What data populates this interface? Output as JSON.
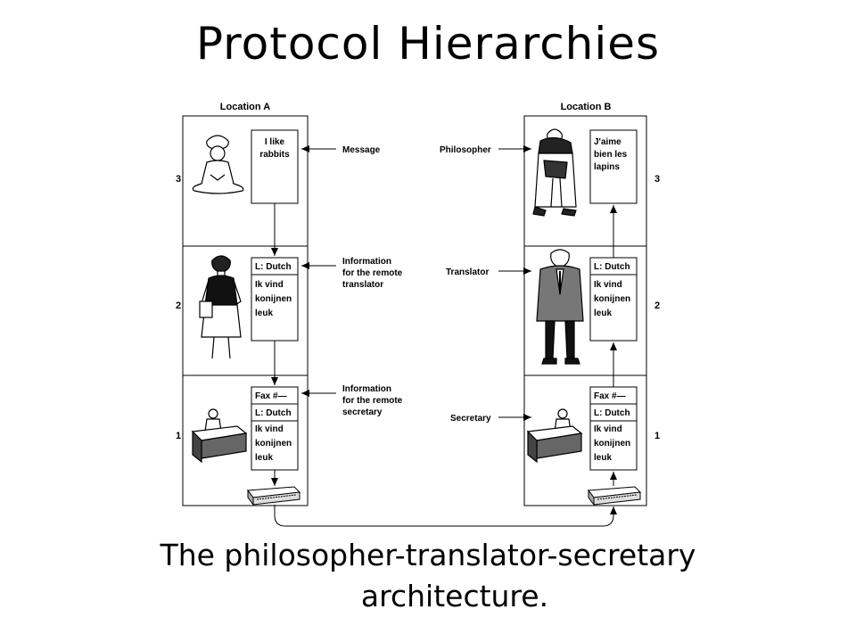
{
  "title": "Protocol Hierarchies",
  "caption": {
    "line1": "The philosopher-translator-secretary",
    "line2": "architecture."
  },
  "location_a": "Location A",
  "location_b": "Location B",
  "layers": {
    "l3": "3",
    "l2": "2",
    "l1": "1"
  },
  "labels": {
    "message": "Message",
    "info_translator": [
      "Information",
      "for the remote",
      "translator"
    ],
    "info_secretary": [
      "Information",
      "for the remote",
      "secretary"
    ],
    "philosopher": "Philosopher",
    "translator": "Translator",
    "secretary": "Secretary"
  },
  "notes_a": {
    "l3": [
      "I like",
      "rabbits"
    ],
    "l2": [
      "L: Dutch",
      "Ik vind",
      "konijnen",
      "leuk"
    ],
    "l1": [
      "Fax #—",
      "L: Dutch",
      "Ik vind",
      "konijnen",
      "leuk"
    ]
  },
  "notes_b": {
    "l3": [
      "J'aime",
      "bien les",
      "lapins"
    ],
    "l2": [
      "L: Dutch",
      "Ik vind",
      "konijnen",
      "leuk"
    ],
    "l1": [
      "Fax #—",
      "L: Dutch",
      "Ik vind",
      "konijnen",
      "leuk"
    ]
  },
  "icons": [
    "philosopher-a-icon",
    "translator-a-icon",
    "secretary-a-icon",
    "fax-a-icon",
    "philosopher-b-icon",
    "translator-b-icon",
    "secretary-b-icon",
    "fax-b-icon"
  ]
}
